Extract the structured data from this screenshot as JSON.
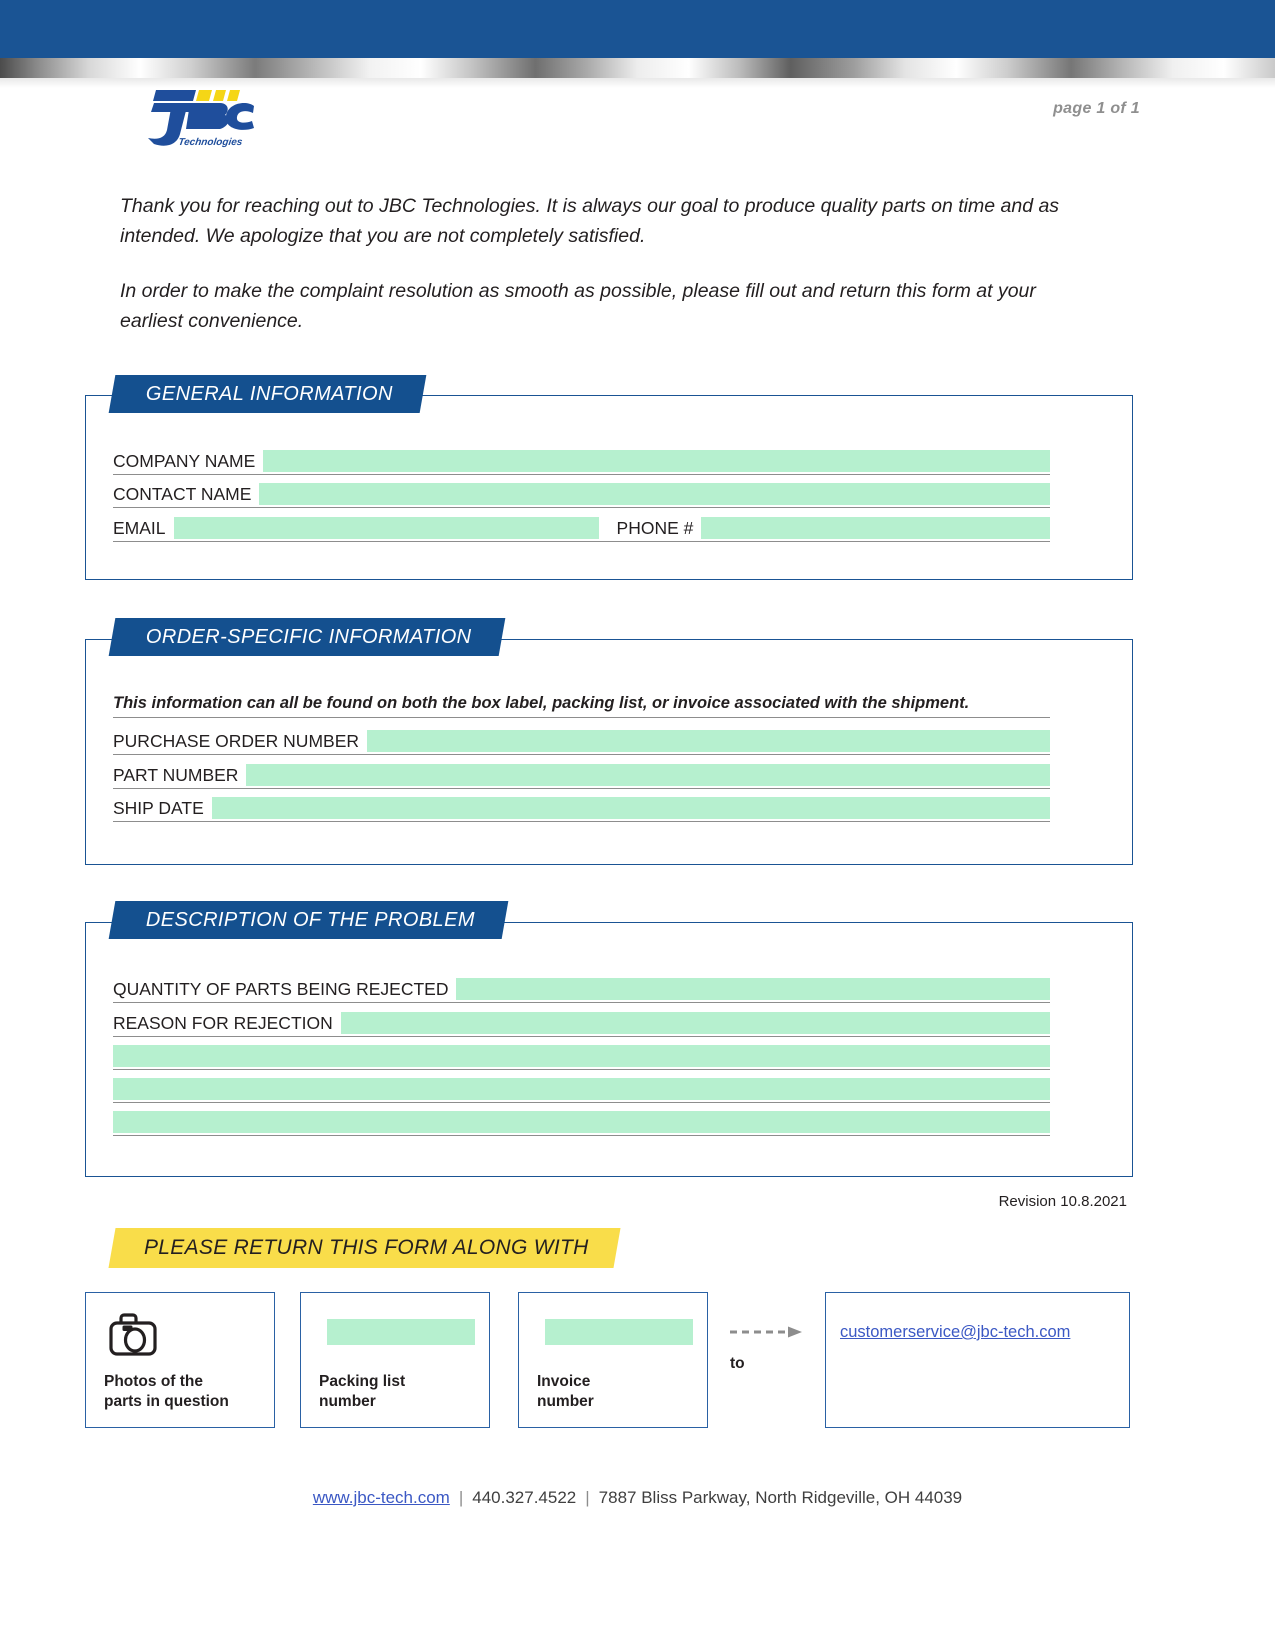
{
  "header": {
    "page_indicator": "page 1 of 1",
    "logo_main": "JBC",
    "logo_sub": "Technologies",
    "bar_color": "#1a5494"
  },
  "intro": {
    "paragraph_1": "Thank you for reaching out to JBC Technologies. It is always our goal to produce quality parts on time and as intended. We apologize that you are not completely satisfied.",
    "paragraph_2": "In order to make the complaint resolution as smooth as possible, please fill out and return this form at your earliest convenience."
  },
  "sections": [
    {
      "title": "GENERAL INFORMATION",
      "fields": [
        {
          "label": "COMPANY NAME",
          "value": ""
        },
        {
          "label": "CONTACT NAME",
          "value": ""
        },
        {
          "label": "EMAIL",
          "value": ""
        },
        {
          "label": "PHONE #",
          "value": ""
        }
      ]
    },
    {
      "title": "ORDER-SPECIFIC INFORMATION",
      "note": "This information can all be found on both the box label, packing list, or invoice associated with the shipment.",
      "fields": [
        {
          "label": "PURCHASE ORDER NUMBER",
          "value": ""
        },
        {
          "label": "PART NUMBER",
          "value": ""
        },
        {
          "label": "SHIP DATE",
          "value": ""
        }
      ]
    },
    {
      "title": "DESCRIPTION OF THE PROBLEM",
      "fields": [
        {
          "label": "QUANTITY OF PARTS BEING REJECTED",
          "value": ""
        },
        {
          "label": "REASON FOR REJECTION",
          "value": ""
        },
        {
          "label": "",
          "value": ""
        },
        {
          "label": "",
          "value": ""
        },
        {
          "label": "",
          "value": ""
        }
      ]
    }
  ],
  "revision": "Revision 10.8.2021",
  "return_banner": {
    "title": "PLEASE RETURN THIS FORM ALONG WITH",
    "banner_color": "#f9dd4a"
  },
  "return_items": [
    {
      "name": "photos",
      "label_line1": "Photos of the",
      "label_line2": "parts in question",
      "icon": "camera-icon",
      "has_input": false
    },
    {
      "name": "packing-list",
      "label_line1": "Packing list",
      "label_line2": "number",
      "has_input": true,
      "value": ""
    },
    {
      "name": "invoice",
      "label_line1": "Invoice",
      "label_line2": "number",
      "has_input": true,
      "value": ""
    }
  ],
  "send_to": {
    "word": "to",
    "email": "customerservice@jbc-tech.com",
    "arrow": "dashed-arrow-right-icon"
  },
  "footer": {
    "website": "www.jbc-tech.com",
    "separator": "|",
    "phone": "440.327.4522",
    "address": "7887 Bliss Parkway, North Ridgeville, OH 44039"
  },
  "colors": {
    "brand_blue": "#1a5494",
    "tab_blue": "#14508f",
    "field_green": "#b6f0cf",
    "accent_yellow": "#f9dd4a",
    "link_blue": "#3b58c4"
  }
}
